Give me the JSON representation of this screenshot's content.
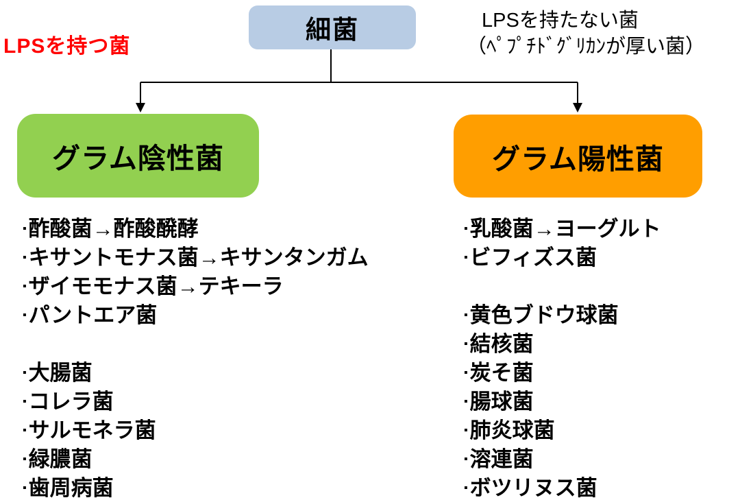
{
  "labels": {
    "lps_positive": "LPSを持つ菌",
    "lps_negative_line1": "LPSを持たない菌",
    "lps_negative_line2": "（ﾍﾟﾌﾟﾁﾄﾞｸﾞﾘｶﾝが厚い菌）"
  },
  "root_node": {
    "label": "細菌"
  },
  "left_branch": {
    "title": "グラム陰性菌",
    "group1": [
      "酢酸菌→酢酸醗酵",
      "キサントモナス菌→キサンタンガム",
      "ザイモモナス菌→テキーラ",
      "パントエア菌"
    ],
    "group2": [
      "大腸菌",
      "コレラ菌",
      "サルモネラ菌",
      "緑膿菌",
      "歯周病菌"
    ]
  },
  "right_branch": {
    "title": "グラム陽性菌",
    "group1": [
      "乳酸菌→ヨーグルト",
      "ビフィズス菌"
    ],
    "group2": [
      "黄色ブドウ球菌",
      "結核菌",
      "炭そ菌",
      "腸球菌",
      "肺炎球菌",
      "溶連菌",
      "ボツリヌス菌"
    ]
  },
  "bullet": "▪",
  "colors": {
    "root_bg": "#b8cce4",
    "gram_negative_bg": "#92d050",
    "gram_positive_bg": "#ff9e00",
    "lps_label_text": "#ff0000",
    "connector": "#000000"
  }
}
